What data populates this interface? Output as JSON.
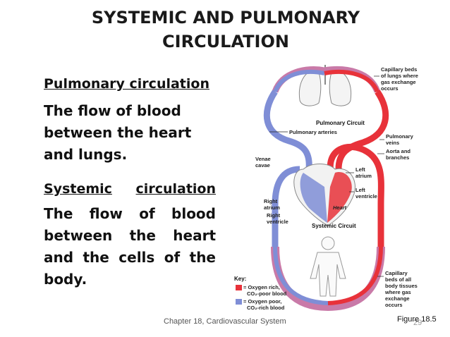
{
  "slide": {
    "title_line1": "SYSTEMIC AND PULMONARY",
    "title_line2": "CIRCULATION",
    "pulmonary_heading": "Pulmonary circulation",
    "pulmonary_lines": [
      "The flow of blood",
      "between the heart",
      "and lungs."
    ],
    "systemic_heading_left": "Systemic",
    "systemic_heading_right": "circulation",
    "systemic_lines": [
      "The flow of blood",
      "between the heart",
      "and the cells of the",
      "body."
    ],
    "footer": "Chapter 18, Cardiovascular System",
    "page_number": "29",
    "figure_ref": "Figure 18.5"
  },
  "diagram": {
    "labels": {
      "capillary_lungs": [
        "Capillary beds",
        "of lungs where",
        "gas exchange",
        "occurs"
      ],
      "pulmonary_circuit": "Pulmonary Circuit",
      "pulmonary_arteries": "Pulmonary arteries",
      "pulmonary_veins": [
        "Pulmonary",
        "veins"
      ],
      "aorta": [
        "Aorta and",
        "branches"
      ],
      "venae_cavae": [
        "Venae",
        "cavae"
      ],
      "left_atrium": [
        "Left",
        "atrium"
      ],
      "left_ventricle": [
        "Left",
        "ventricle"
      ],
      "right_atrium": [
        "Right",
        "atrium"
      ],
      "right_ventricle": [
        "Right",
        "ventricle"
      ],
      "heart": "Heart",
      "systemic_circuit": "Systemic Circuit",
      "capillary_body": [
        "Capillary",
        "beds of all",
        "body tissues",
        "where gas",
        "exchange",
        "occurs"
      ]
    },
    "key": {
      "title": "Key:",
      "oxygen_rich": [
        "= Oxygen rich,",
        "CO₂-poor blood"
      ],
      "oxygen_poor": [
        "= Oxygen poor,",
        "CO₂-rich blood"
      ]
    },
    "colors": {
      "oxygen_rich": "#e8323a",
      "oxygen_poor": "#7f8ed6",
      "capillary": "#c97aa8"
    }
  }
}
